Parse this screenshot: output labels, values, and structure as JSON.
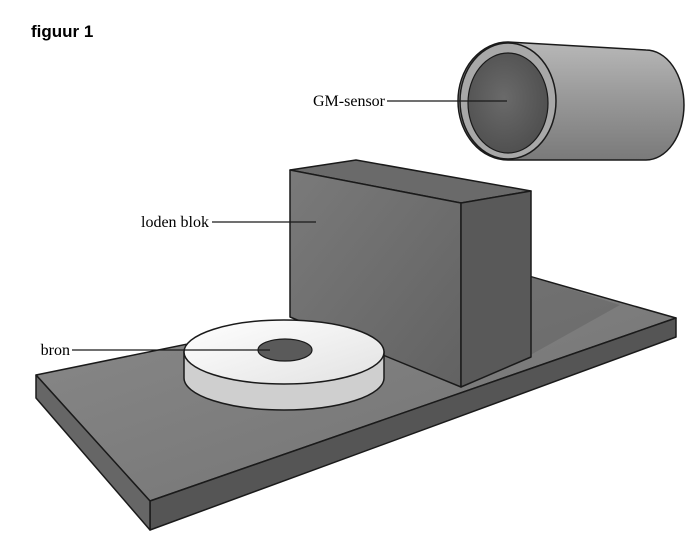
{
  "figure": {
    "title": "figuur 1"
  },
  "labels": {
    "sensor": "GM-sensor",
    "block": "loden blok",
    "source": "bron"
  },
  "colors": {
    "outline": "#1a1a1a",
    "base_top": "#7b7b7b",
    "base_front": "#5c5c5c",
    "block_front": "#6e6e6e",
    "block_side": "#5a5a5a",
    "disc_top": "#f2f2f2",
    "disc_side": "#d6d6d6",
    "tube_body": "#9c9c9c",
    "tube_inner": "#5e5e5e"
  }
}
